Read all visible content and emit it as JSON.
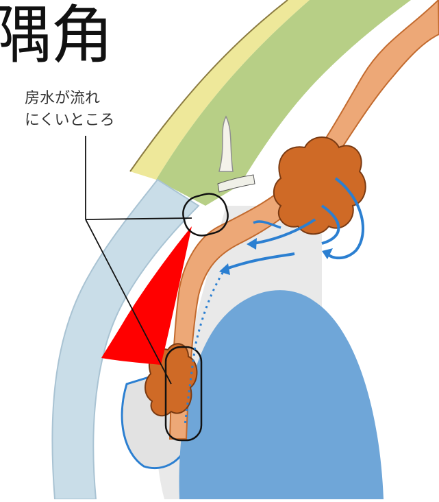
{
  "title": "隅角",
  "callout": {
    "line1": "房水が流れ",
    "line2": "にくいところ"
  },
  "colors": {
    "cornea": "#c9dde8",
    "lens": "#6fa6d8",
    "sclera": "#b7cf86",
    "conjunctiva": "#eee89a",
    "tissue": "#eda877",
    "ciliary": "#cf6a26",
    "highlight": "#ff0000",
    "arrow": "#2b7fd1",
    "chamber": "#e9e9e9"
  }
}
